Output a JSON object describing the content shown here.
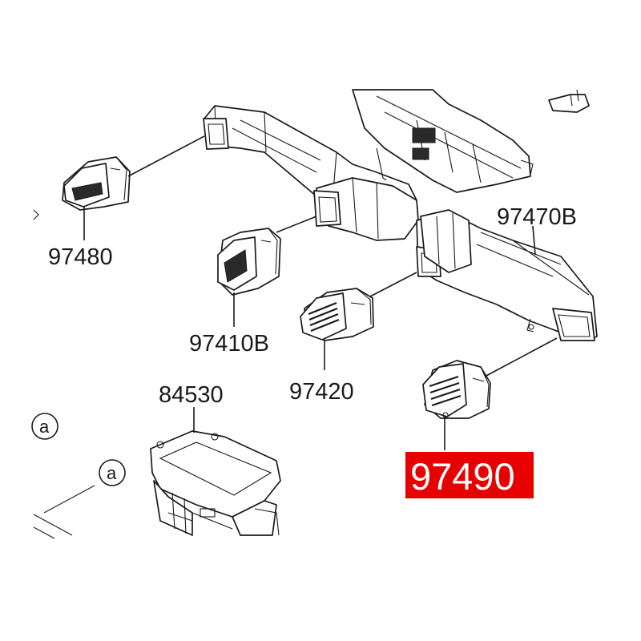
{
  "labels": {
    "p97480": "97480",
    "p97410b": "97410B",
    "p97420": "97420",
    "p97470b": "97470B",
    "p84530": "84530",
    "p97490": "97490"
  },
  "refs": {
    "a1": "a",
    "a2": "a"
  },
  "colors": {
    "highlight": "#e60000",
    "ink": "#1a1a1a"
  },
  "highlighted_part": "97490"
}
